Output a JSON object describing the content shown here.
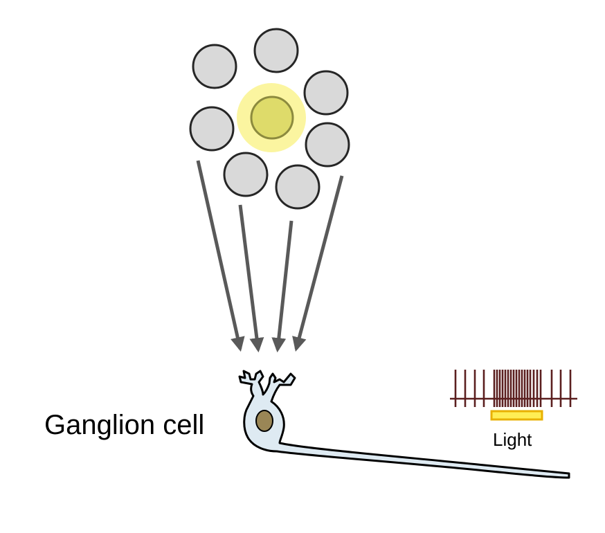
{
  "labels": {
    "ganglion_cell": "Ganglion cell",
    "light": "Light"
  },
  "colors": {
    "photoreceptor_fill": "#d9d9d9",
    "photoreceptor_stroke": "#262626",
    "stimulated_glow": "#fbf5a0",
    "stimulated_center": "#dedb6a",
    "stimulated_center_stroke": "#8c8a3e",
    "arrow": "#595959",
    "cell_body": "#deeaf2",
    "nucleus": "#9a8656",
    "spike_train": "#5b1f1f",
    "light_bar_fill": "#ffee55",
    "light_bar_stroke": "#e8b000"
  },
  "icons": {
    "photoreceptor": "circle",
    "ganglion_cell": "neuron",
    "spike": "vertical-line"
  }
}
